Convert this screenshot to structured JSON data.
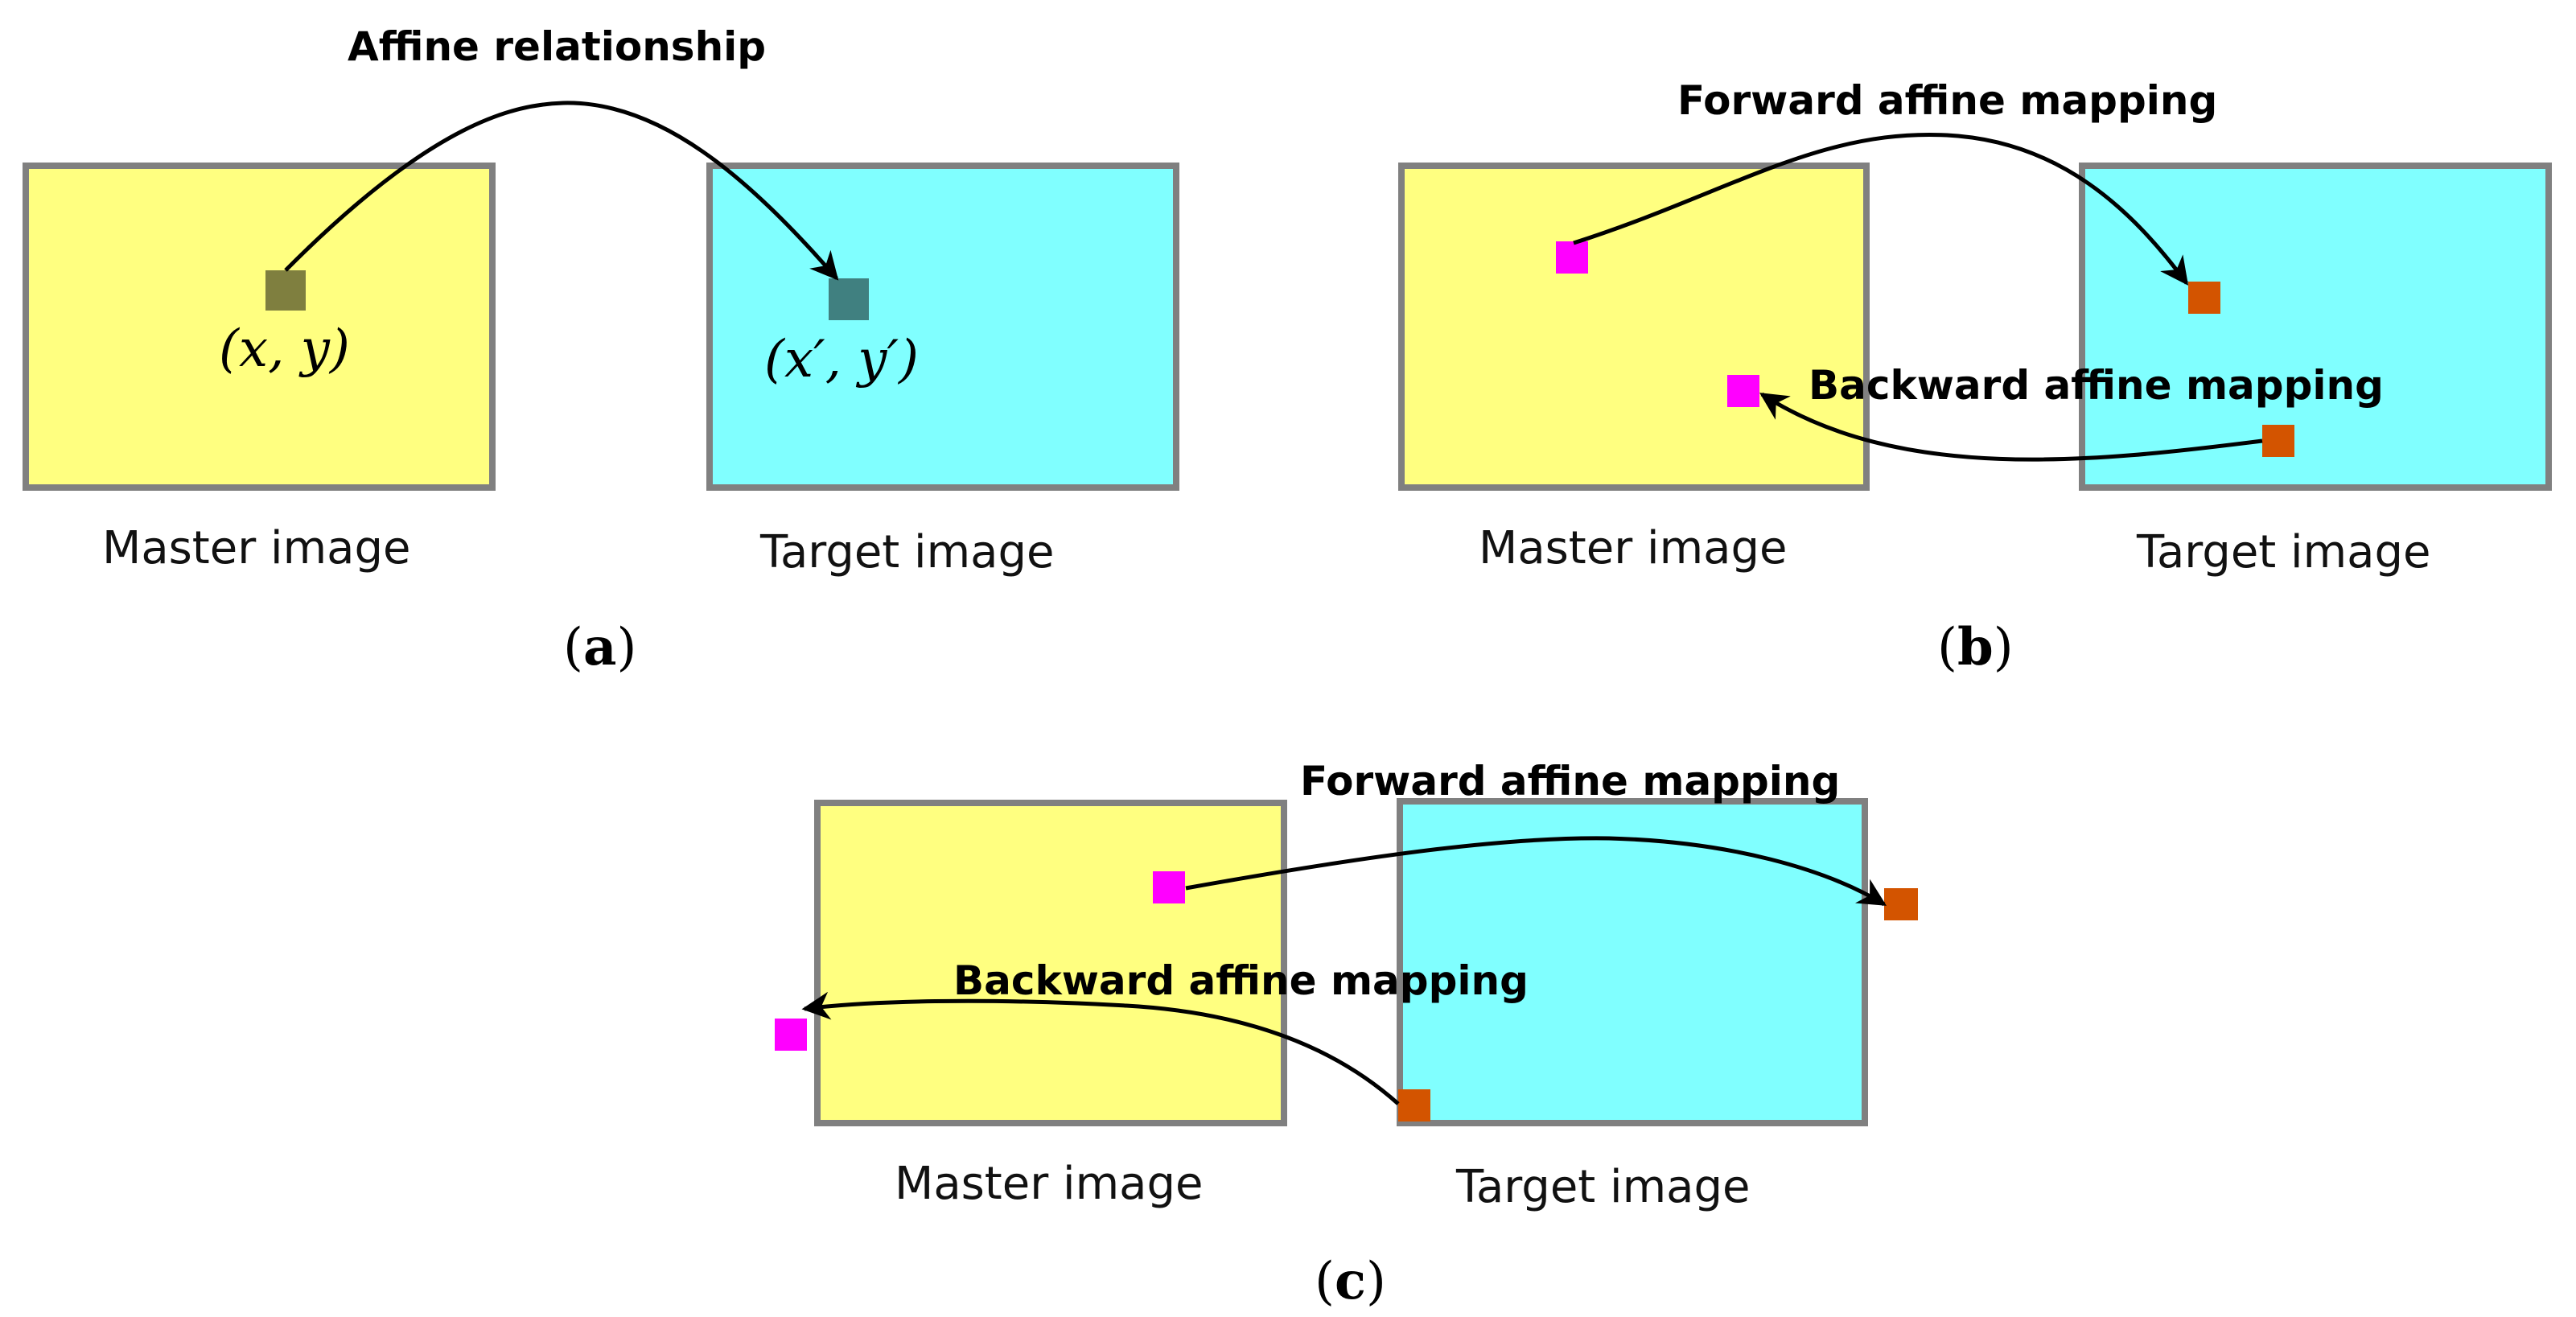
{
  "colors": {
    "master_fill": "#ffff80",
    "target_fill": "#80ffff",
    "frame": "#808080",
    "magenta_point": "#ff00ff",
    "orange_point": "#d35400",
    "olive_point": "#7f7f3f",
    "teal_point": "#408080"
  },
  "panel_a": {
    "title": "Affine relationship",
    "master_label": "Master image",
    "target_label": "Target image",
    "master_coord": "(x, y)",
    "target_coord": "(x′, y′)",
    "panel_letter": "a"
  },
  "panel_b": {
    "forward_label": "Forward affine mapping",
    "backward_label": "Backward affine mapping",
    "master_label": "Master image",
    "target_label": "Target image",
    "panel_letter": "b"
  },
  "panel_c": {
    "forward_label": "Forward affine mapping",
    "backward_label": "Backward affine mapping",
    "master_label": "Master image",
    "target_label": "Target image",
    "panel_letter": "c"
  }
}
